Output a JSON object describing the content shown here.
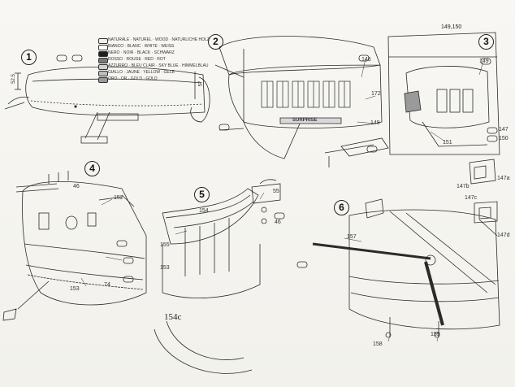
{
  "page": {
    "page_numbers": "149,150",
    "caption_154c": "154c"
  },
  "legend": {
    "rows": [
      {
        "text": "NATURALE · NATUREL · WOOD · NATURLICHE HOLZ",
        "color": "#f1f1ec"
      },
      {
        "text": "BIANCO · BLANC · WHITE · WEISS",
        "color": "#ffffff"
      },
      {
        "text": "NERO · NOIR · BLACK · SCHWARZ",
        "color": "#1e1e1e"
      },
      {
        "text": "ROSSO · ROUGE · RED · ROT",
        "color": "#7a7a7a"
      },
      {
        "text": "AZZURRO · BLEU CLAIR · SKY BLUE · HIMMELBLAU",
        "color": "#cfcfcf"
      },
      {
        "text": "GIALLO · JAUNE · YELLOW · GELB",
        "color": "#bdbdbd"
      },
      {
        "text": "ORO · OR · GOLD · GOLD",
        "color": "#9a9a9a"
      }
    ]
  },
  "steps": {
    "s1": "1",
    "s2": "2",
    "s3": "3",
    "s4": "4",
    "s5": "5",
    "s6": "6"
  },
  "labels": {
    "dim_52": "52.5",
    "dim_57": "57",
    "p146": "146",
    "p148": "148",
    "p172": "172",
    "p149": "149",
    "p151": "151",
    "p147": "147",
    "p150": "150",
    "p147a": "147a",
    "p147b": "147b",
    "p147c": "147c",
    "p147d": "147d",
    "p46": "46",
    "p152": "152",
    "p153": "153",
    "p74": "74",
    "p154": "154",
    "p155": "155",
    "p55": "55",
    "p157": "157",
    "p158": "158",
    "p159": "159",
    "p46b": "46",
    "p153b": "153",
    "name_plate": "SURPRISE"
  }
}
